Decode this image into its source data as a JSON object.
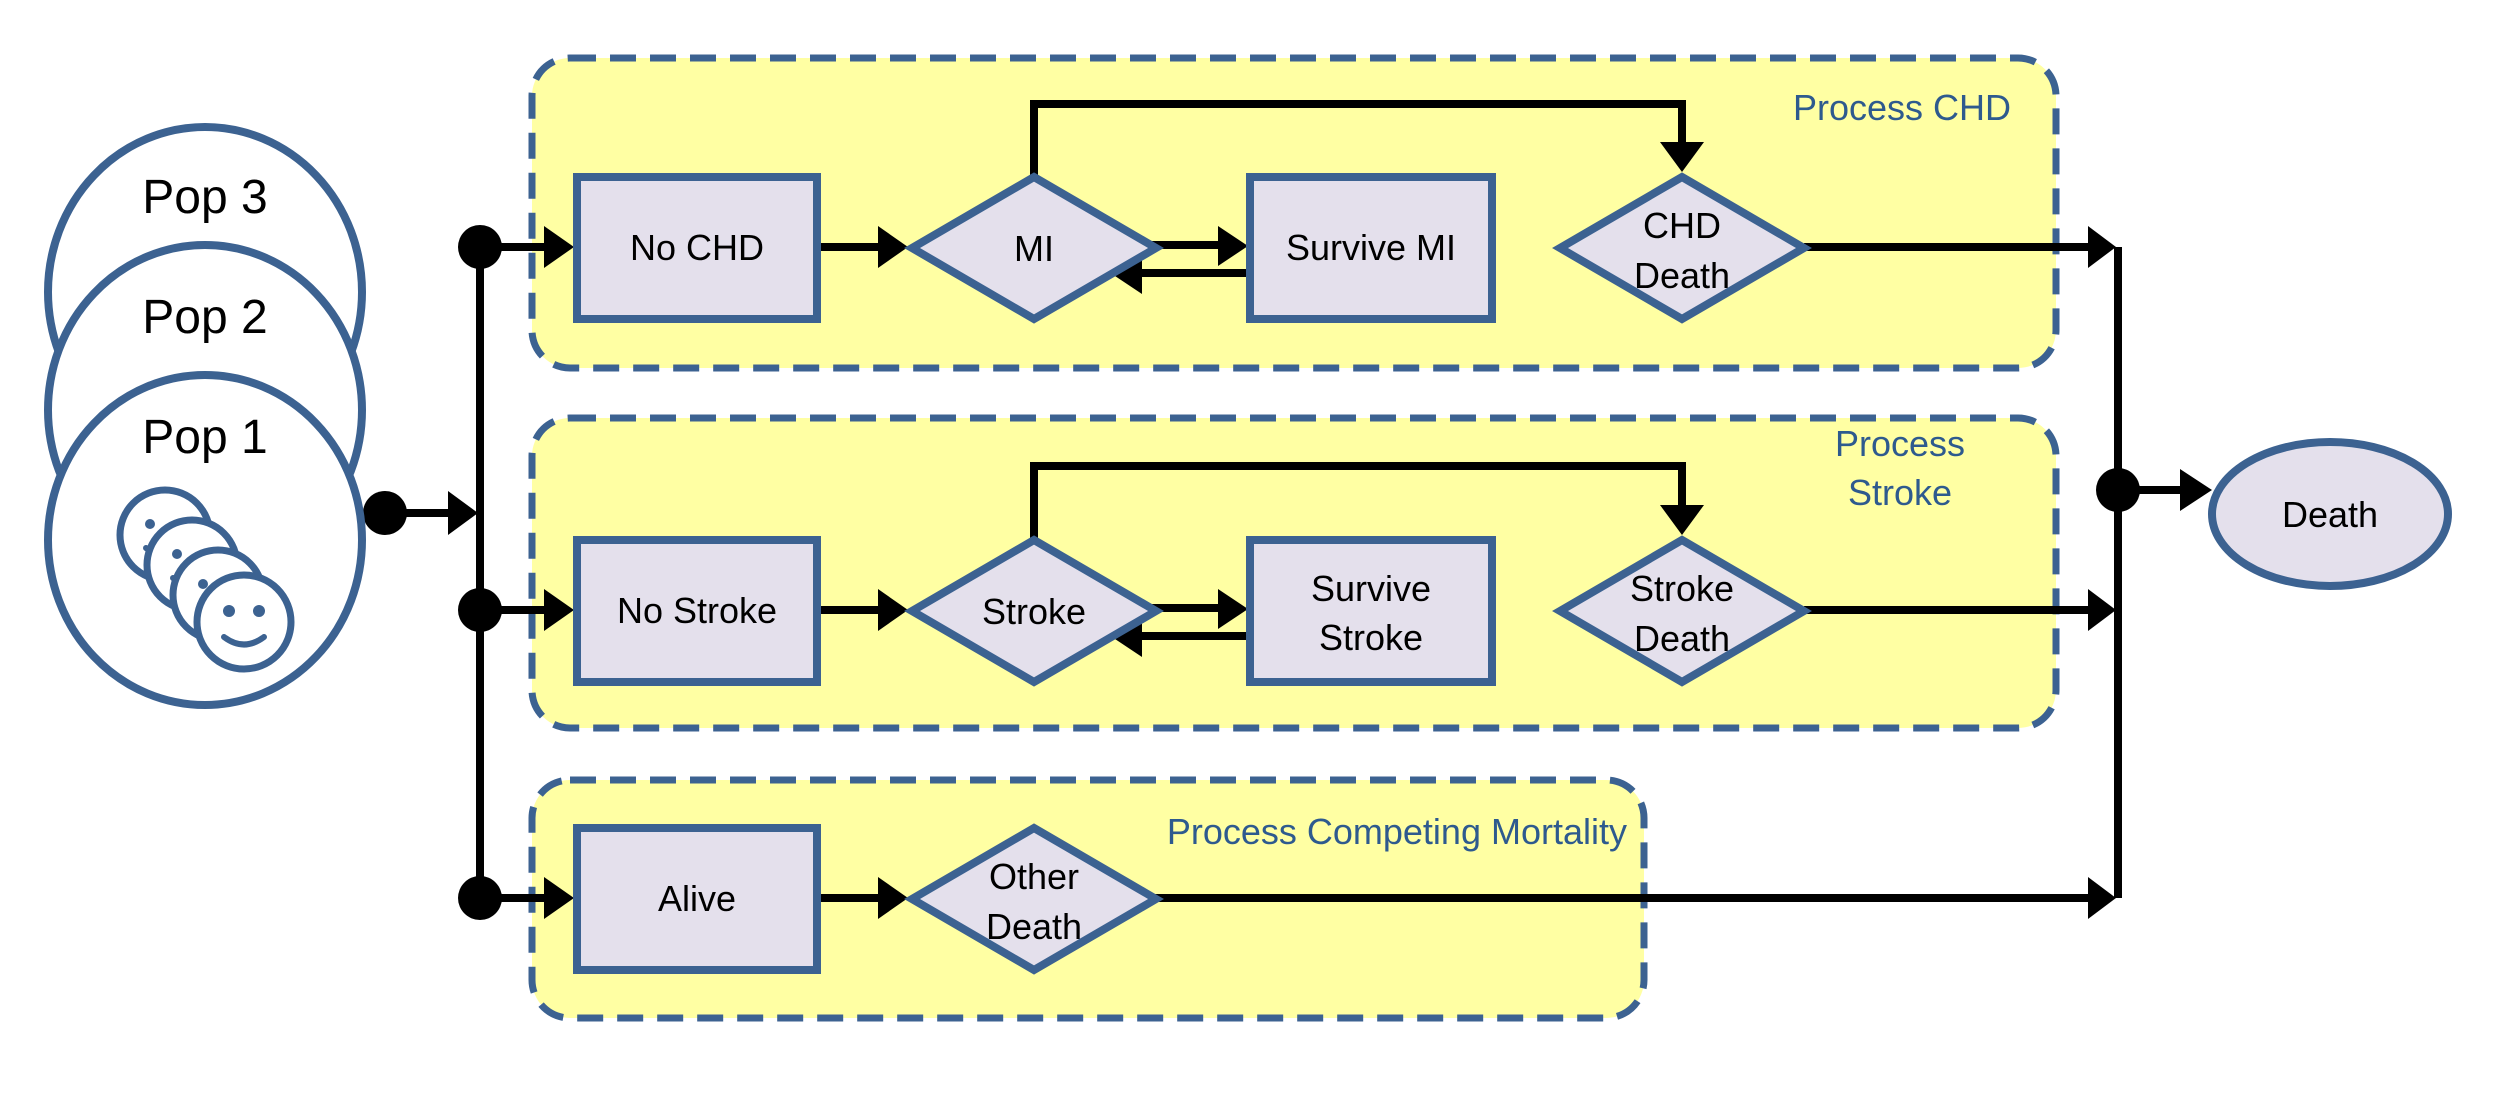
{
  "processes": {
    "chd": {
      "label": "Process CHD",
      "states": {
        "no_event": "No CHD",
        "event": "MI",
        "survive": "Survive MI",
        "death_line1": "CHD",
        "death_line2": "Death"
      }
    },
    "stroke": {
      "label_line1": "Process",
      "label_line2": "Stroke",
      "states": {
        "no_event": "No Stroke",
        "event": "Stroke",
        "survive_line1": "Survive",
        "survive_line2": "Stroke",
        "death_line1": "Stroke",
        "death_line2": "Death"
      }
    },
    "competing": {
      "label": "Process Competing Mortality",
      "states": {
        "alive": "Alive",
        "death_line1": "Other",
        "death_line2": "Death"
      }
    }
  },
  "populations": [
    "Pop 3",
    "Pop 2",
    "Pop 1"
  ],
  "outcome": "Death",
  "colors": {
    "process_fill": "#ffff99",
    "process_border": "#3c6291",
    "process_label": "#2e5a8e",
    "state_fill": "#e4e0ec",
    "state_border": "#3c6291",
    "connector": "#000000"
  }
}
